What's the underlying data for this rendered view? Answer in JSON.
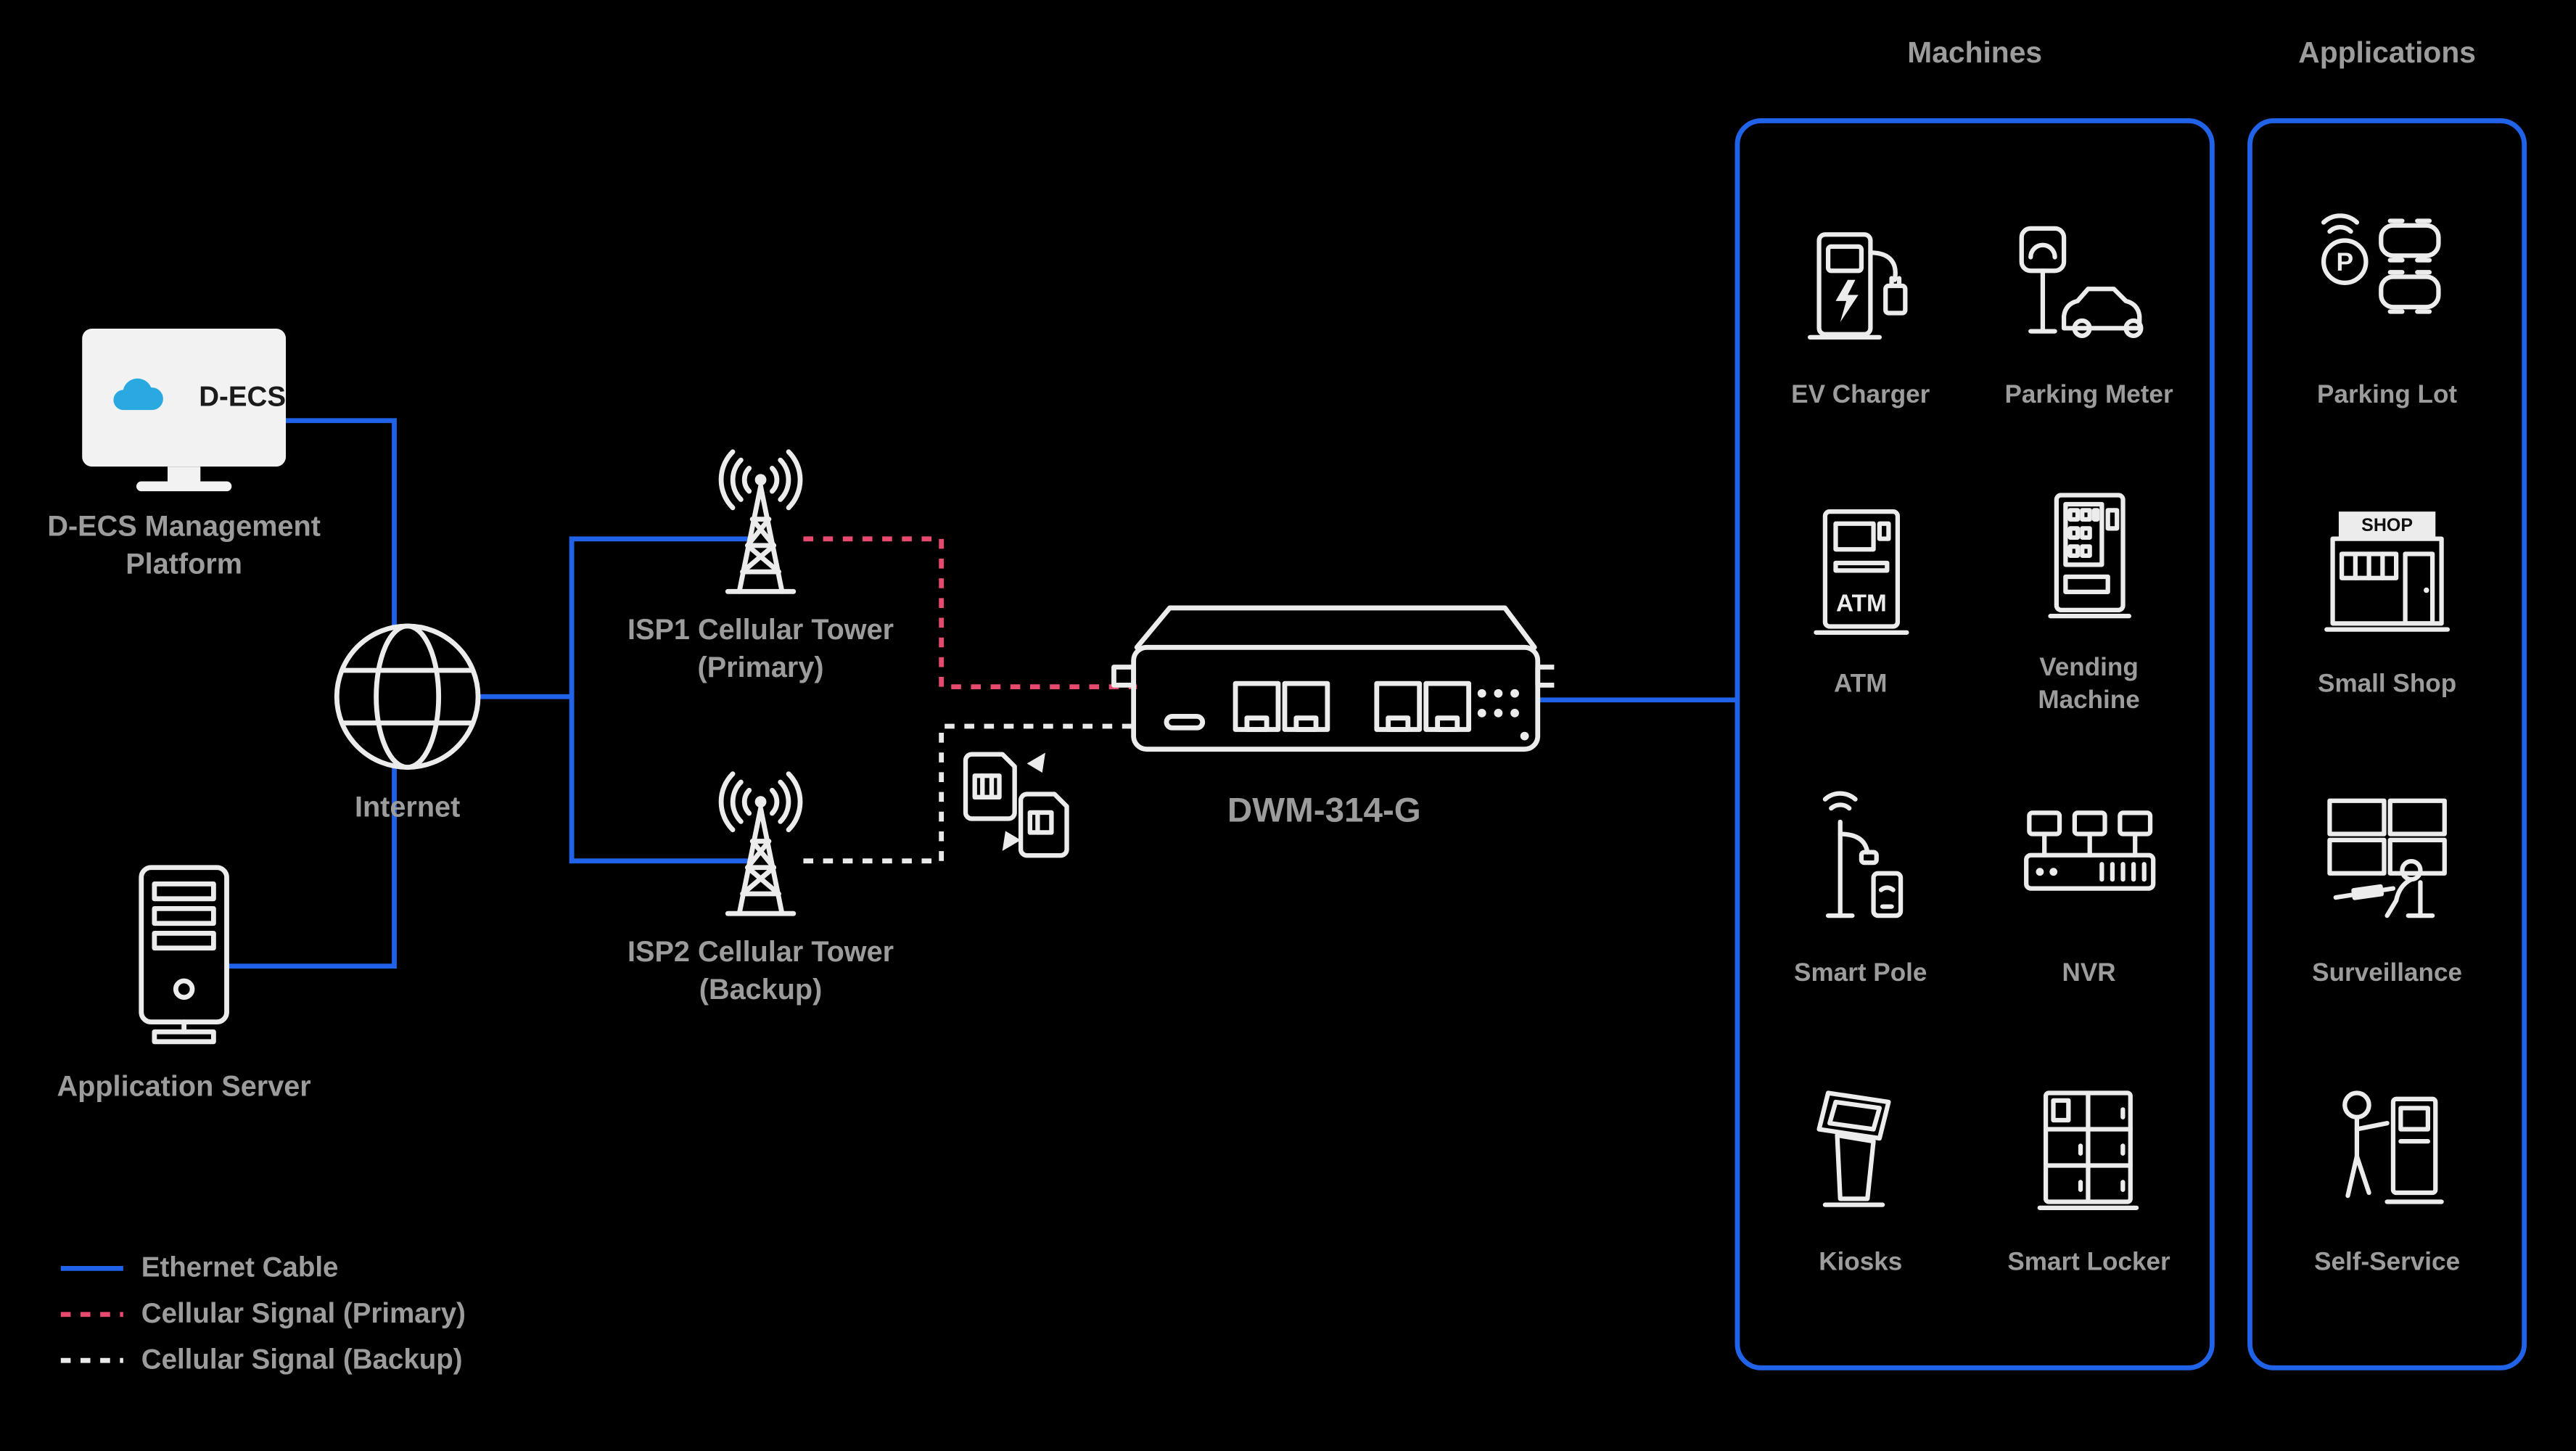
{
  "colors": {
    "ethernet": "#2062e8",
    "primary": "#e8496f",
    "backup": "#eaeaea",
    "panel": "#2062e8",
    "label": "#9c9c9c",
    "icon": "#ececec",
    "cloud": "#2aa9e0"
  },
  "nodes": {
    "management": {
      "screen_text": "D-ECS",
      "line1": "D-ECS Management",
      "line2": "Platform"
    },
    "internet": {
      "label": "Internet"
    },
    "app_server": {
      "label": "Application Server"
    },
    "isp1": {
      "line1": "ISP1 Cellular Tower",
      "line2": "(Primary)"
    },
    "isp2": {
      "line1": "ISP2 Cellular Tower",
      "line2": "(Backup)"
    },
    "router": {
      "label": "DWM-314-G"
    }
  },
  "icon_texts": {
    "atm": "ATM",
    "shop": "SHOP",
    "parking_p": "P"
  },
  "panels": {
    "machines": {
      "title": "Machines",
      "items": [
        {
          "label": "EV Charger"
        },
        {
          "label": "Parking Meter"
        },
        {
          "label": "ATM"
        },
        {
          "label": "Vending Machine"
        },
        {
          "label": "Smart Pole"
        },
        {
          "label": "NVR"
        },
        {
          "label": "Kiosks"
        },
        {
          "label": "Smart Locker"
        }
      ]
    },
    "applications": {
      "title": "Applications",
      "items": [
        {
          "label": "Parking Lot"
        },
        {
          "label": "Small Shop"
        },
        {
          "label": "Surveillance"
        },
        {
          "label": "Self-Service"
        }
      ]
    }
  },
  "legend": {
    "items": [
      {
        "label": "Ethernet Cable",
        "type": "ethernet"
      },
      {
        "label": "Cellular Signal (Primary)",
        "type": "primary"
      },
      {
        "label": "Cellular Signal (Backup)",
        "type": "backup"
      }
    ]
  }
}
